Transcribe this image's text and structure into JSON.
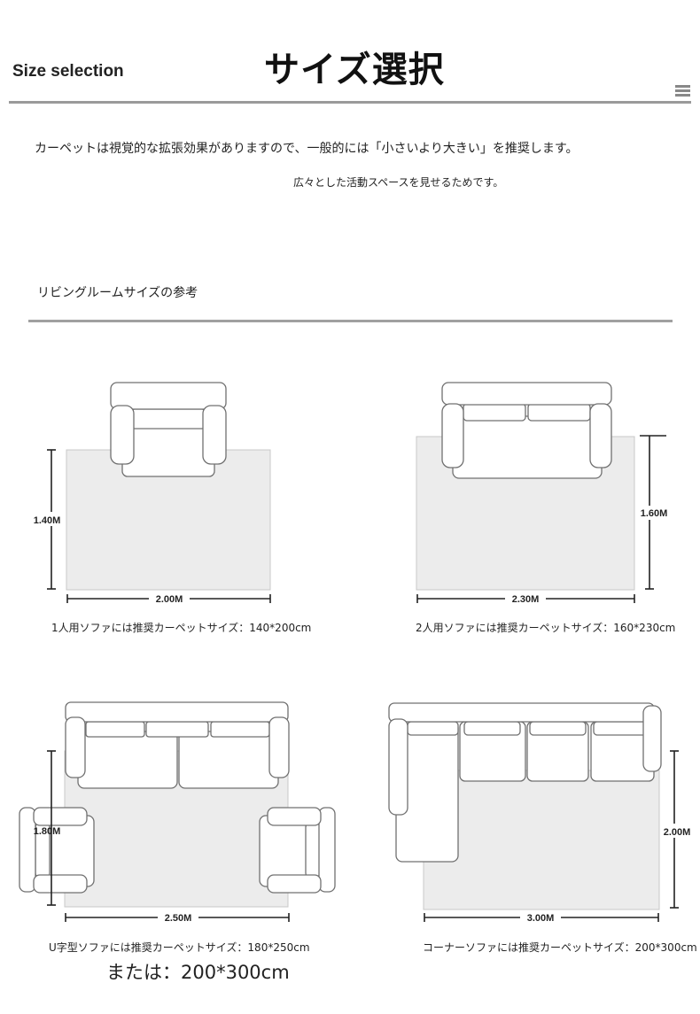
{
  "header": {
    "title_en": "Size selection",
    "title_jp": "サイズ選択"
  },
  "intro": {
    "line1": "カーペットは視覚的な拡張効果がありますので、一般的には「小さいより大きい」を推奨します。",
    "line2": "広々とした活動スペースを見せるためです。"
  },
  "section": {
    "label": "リビングルームサイズの参考"
  },
  "diagrams": [
    {
      "height_label": "1.40M",
      "width_label": "2.00M",
      "caption": "1人用ソファには推奨カーペットサイズ：140*200cm"
    },
    {
      "height_label": "1.60M",
      "width_label": "2.30M",
      "caption": "2人用ソファには推奨カーペットサイズ：160*230cm"
    },
    {
      "height_label": "1.80M",
      "width_label": "2.50M",
      "caption": "U字型ソファには推奨カーペットサイズ：180*250cm"
    },
    {
      "height_label": "2.00M",
      "width_label": "3.00M",
      "caption": "コーナーソファには推奨カーペットサイズ：200*300cm"
    }
  ],
  "alternative": "または：200*300cm",
  "icons": {
    "menu": "menu-icon"
  },
  "colors": {
    "rug": "#ececec",
    "sofa_outline": "#707070",
    "divider": "#9a9a9a"
  }
}
